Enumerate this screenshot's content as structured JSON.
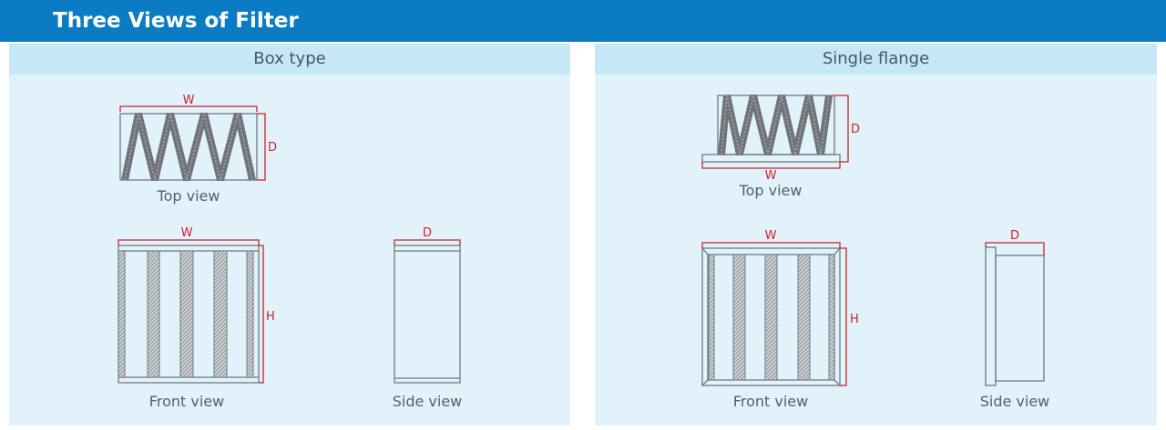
{
  "header": {
    "title": "Three Views of Filter"
  },
  "panels": [
    {
      "title": "Box type",
      "top_view": "Top view",
      "front_view": "Front view",
      "side_view": "Side view",
      "dims": {
        "w": "W",
        "d": "D",
        "h": "H"
      }
    },
    {
      "title": "Single flange",
      "top_view": "Top view",
      "front_view": "Front view",
      "side_view": "Side view",
      "dims": {
        "w": "W",
        "d": "D",
        "h": "H"
      }
    }
  ],
  "colors": {
    "header": "#0b7cc3",
    "subheader": "#c6e7f8",
    "panel": "#e1f2fa",
    "dimension": "#d0202a"
  }
}
